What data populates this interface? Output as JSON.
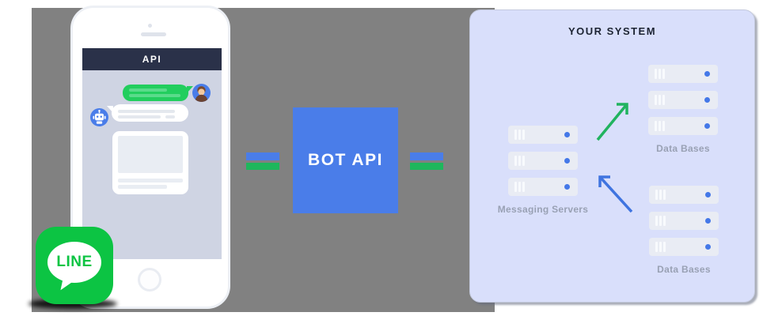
{
  "canvas": {
    "background": "#ffffff",
    "backdrop_gray": "#818181"
  },
  "phone": {
    "header": {
      "title": "API",
      "bg": "#2a3149"
    },
    "chat": {
      "bg": "#cfd4e3",
      "user_bubble_color": "#22ce5e",
      "bot_bubble_color": "#ffffff",
      "avatar_bg": "#4a7de9"
    }
  },
  "line_logo": {
    "label": "LINE",
    "green": "#0cc443"
  },
  "bot_api": {
    "label": "BOT API",
    "bg": "#4a7de9"
  },
  "connectors": {
    "blue": "#4a7de9",
    "green": "#1eb75c"
  },
  "system_panel": {
    "title": "YOUR SYSTEM",
    "bg": "#d9dffb",
    "server_row_bg": "#e9ecf4",
    "led_color": "#4478e8",
    "label_color": "#99a1b4",
    "groups": [
      {
        "id": "databases-top",
        "label": "Data Bases",
        "server_count": 3
      },
      {
        "id": "messaging-servers",
        "label": "Messaging Servers",
        "server_count": 3
      },
      {
        "id": "databases-bottom",
        "label": "Data Bases",
        "server_count": 3
      }
    ],
    "arrows": [
      {
        "direction": "up-right",
        "color": "#21b35f"
      },
      {
        "direction": "up-left",
        "color": "#3f74e0"
      }
    ]
  },
  "icons": {
    "person-icon": "user avatar head and shoulders",
    "robot-icon": "white robot face",
    "server-slots-icon": "three vertical vent bars",
    "server-led-icon": "blue status dot",
    "arrow-up-right-icon": "green diagonal arrow",
    "arrow-up-left-icon": "blue diagonal arrow",
    "line-speech-bubble-icon": "white speech bubble"
  }
}
